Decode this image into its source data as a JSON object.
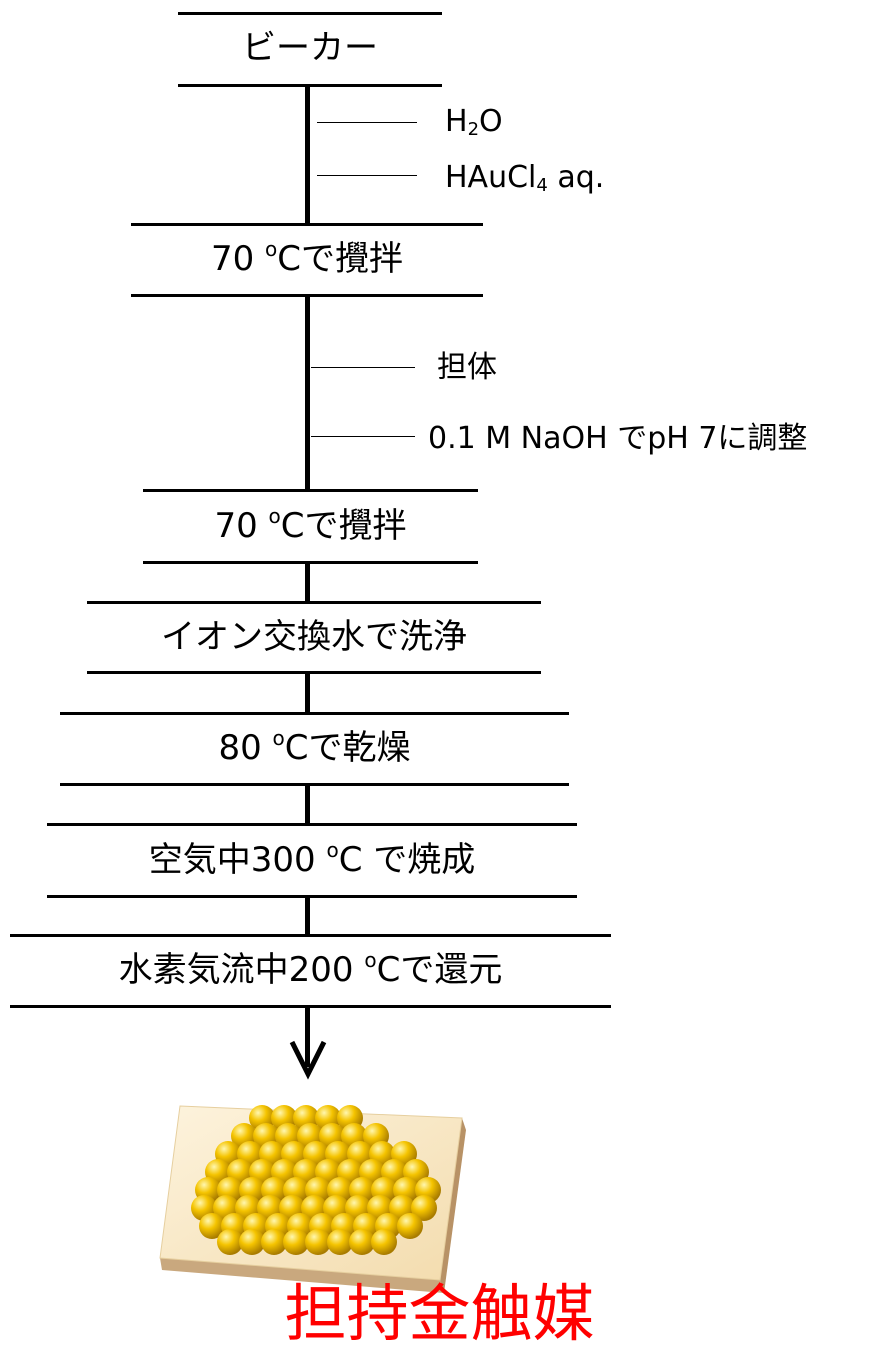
{
  "steps": {
    "s1": "ビーカー",
    "s2_num": "70",
    "s2_deg": "o",
    "s2_rest": "Cで攪拌",
    "s3_num": "70",
    "s3_deg": "o",
    "s3_rest": "Cで攪拌",
    "s4": "イオン交換水で洗浄",
    "s5_num": "80",
    "s5_deg": "o",
    "s5_rest": "Cで乾燥",
    "s6_pre": "空気中300",
    "s6_deg": "o",
    "s6_rest": "C で焼成",
    "s7_pre": "水素気流中200",
    "s7_deg": "o",
    "s7_rest": "Cで還元"
  },
  "reagents": {
    "water_a": "H",
    "water_sub": "2",
    "water_b": "O",
    "gold_a": "HAuCl",
    "gold_sub": "4",
    "gold_b": " aq.",
    "support": "担体",
    "adjust": "0.1 M NaOH でpH 7に調整"
  },
  "result": {
    "label": "担持金触媒",
    "color": "#ff0000"
  },
  "colors": {
    "gold": "#f5c400",
    "support_top": "#fbe9c4",
    "support_side": "#c9a87e"
  }
}
